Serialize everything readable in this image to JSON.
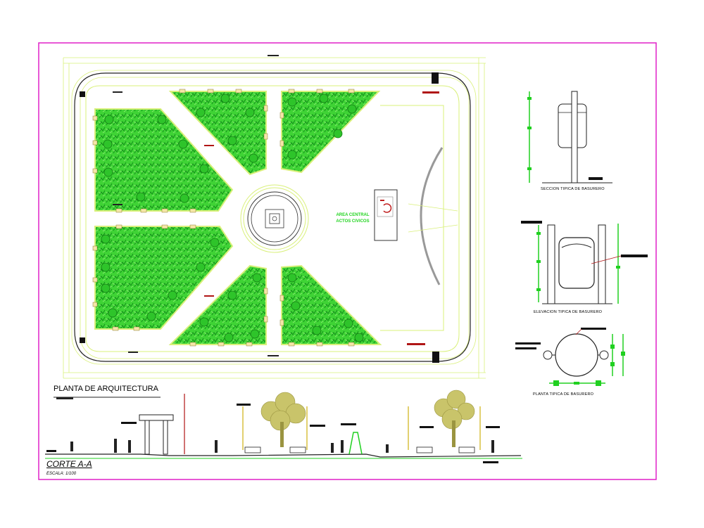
{
  "drawing": {
    "plan_title": "PLANTA DE ARQUITECTURA",
    "section_title": "CORTE A-A",
    "section_scale": "ESCALA: 1/100",
    "center_label_line1": "AREA CENTRAL",
    "center_label_line2": "ACTOS CIVICOS",
    "detail_section_label": "SECCION TIPICA DE BASURERO",
    "detail_elevation_label": "ELEVACION TIPICA DE BASURERO",
    "detail_plan_label": "PLANTA TIPICA DE BASURERO"
  },
  "colors": {
    "frame": "#e020c8",
    "plan_lines": "#d9f07a",
    "green_fill": "#37c92e",
    "green_dark": "#148a14",
    "detail_green": "#20d020",
    "tree": "#c9c46a"
  }
}
